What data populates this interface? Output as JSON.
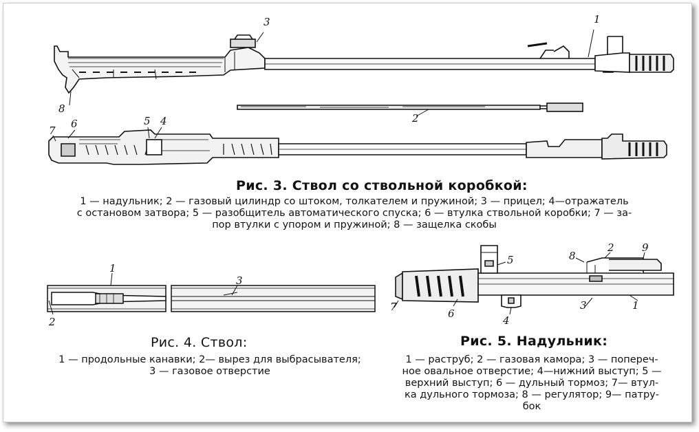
{
  "figure3": {
    "title": "Рис. 3. Ствол со ствольной коробкой:",
    "labels": [
      "1",
      "2",
      "3",
      "4",
      "5",
      "6",
      "7",
      "8"
    ],
    "legend_lines": [
      "1 — надульник; 2 — газовый цилиндр со штоком, толкателем и пружиной; 3 — прицел; 4—отражатель",
      "с остановом затвора; 5 — разобщитель автоматического спуска; 6 — втулка ствольной коробки; 7 — за-",
      "пор втулки с упором и пружиной; 8 — защелка скобы"
    ]
  },
  "figure4": {
    "title": "Рис. 4. Ствол:",
    "labels": [
      "1",
      "2",
      "3"
    ],
    "legend_lines": [
      "1 — продольные канавки; 2— вырез для выбрасывателя;",
      "3 — газовое отверстие"
    ]
  },
  "figure5": {
    "title": "Рис. 5. Надульник:",
    "labels": [
      "1",
      "2",
      "3",
      "4",
      "5",
      "6",
      "7",
      "8",
      "9"
    ],
    "legend_lines": [
      "1 — раструб; 2 — газовая камора; 3 — попереч-",
      "ное овальное отверстие; 4—нижний выступ; 5 —",
      "верхний выступ; 6 — дульный тормоз; 7— втул-",
      "ка дульного тормоза; 8 — регулятор; 9— патру-",
      "бок"
    ]
  }
}
